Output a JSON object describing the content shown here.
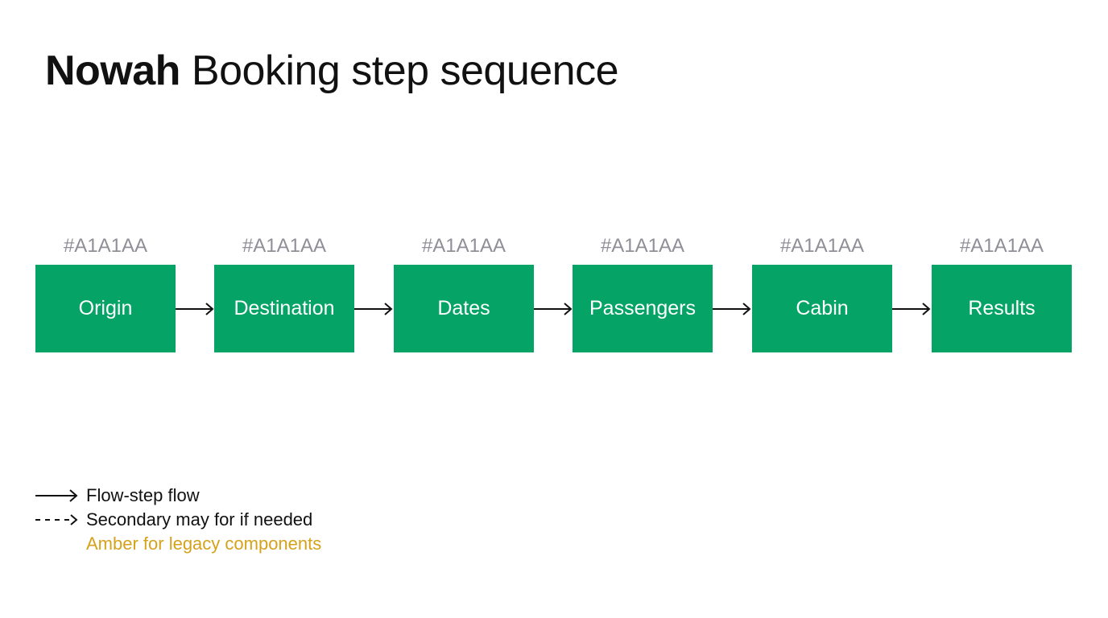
{
  "title": {
    "brand": "Nowah",
    "rest": "Booking step sequence"
  },
  "steps": [
    {
      "label": "Origin",
      "caption": "#A1A1AA"
    },
    {
      "label": "Destination",
      "caption": "#A1A1AA"
    },
    {
      "label": "Dates",
      "caption": "#A1A1AA"
    },
    {
      "label": "Passengers",
      "caption": "#A1A1AA"
    },
    {
      "label": "Cabin",
      "caption": "#A1A1AA"
    },
    {
      "label": "Results",
      "caption": "#A1A1AA"
    }
  ],
  "legend": {
    "primary": "Flow-step flow",
    "secondary": "Secondary may for if needed",
    "amber_note": "Amber for legacy components"
  },
  "colors": {
    "step_fill": "#05A466",
    "caption_text": "#8F8F97",
    "amber": "#D6A21B",
    "arrow": "#111111"
  }
}
